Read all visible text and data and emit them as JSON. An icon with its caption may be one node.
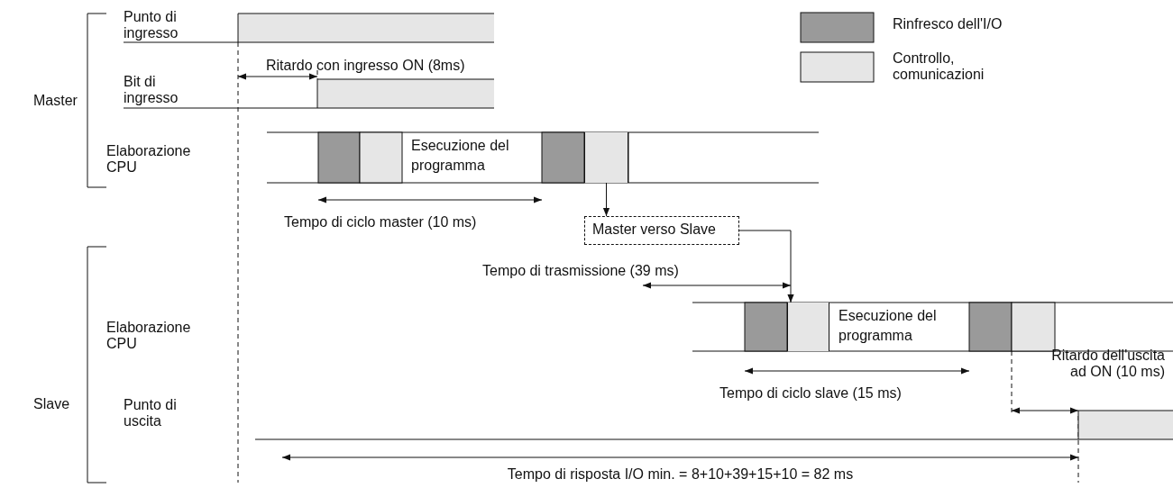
{
  "diagram": {
    "nodes": [
      {
        "text": [
          "Esecuzione del programma"
        ]
      },
      {
        "text": [],
        "shape": "box"
      },
      {
        "text": [
          "Master verso Slave"
        ]
      },
      {
        "text": [],
        "shape": "box"
      },
      {
        "text": [
          "Esecuzione del programma"
        ]
      }
    ],
    "edges": [
      {
        "from": 1,
        "to": 2,
        "arrow": "to"
      },
      {
        "from": 2,
        "to": 3,
        "arrow": "to"
      }
    ],
    "labels": [
      "Master",
      "Punto di ingresso",
      "Ritardo con ingresso ON (8ms)",
      "Bit di ingresso",
      "Elaborazione CPU",
      "Tempo di ciclo master (10 ms)",
      "Tempo di trasmissione (39 ms)",
      "Slave",
      "Elaborazione CPU",
      "Tempo di ciclo slave (15 ms)",
      "Ritardo dell'uscita ad ON (10 ms)",
      "Punto di uscita",
      "Tempo di risposta I/O min. = 8+10+39+15+10 = 82 ms"
    ],
    "legend": [
      {
        "text": "Rinfresco dell'I/O",
        "color": "#9a9a9a"
      },
      {
        "text": "Controllo, comunicazioni",
        "color": "#e6e6e6"
      }
    ]
  }
}
